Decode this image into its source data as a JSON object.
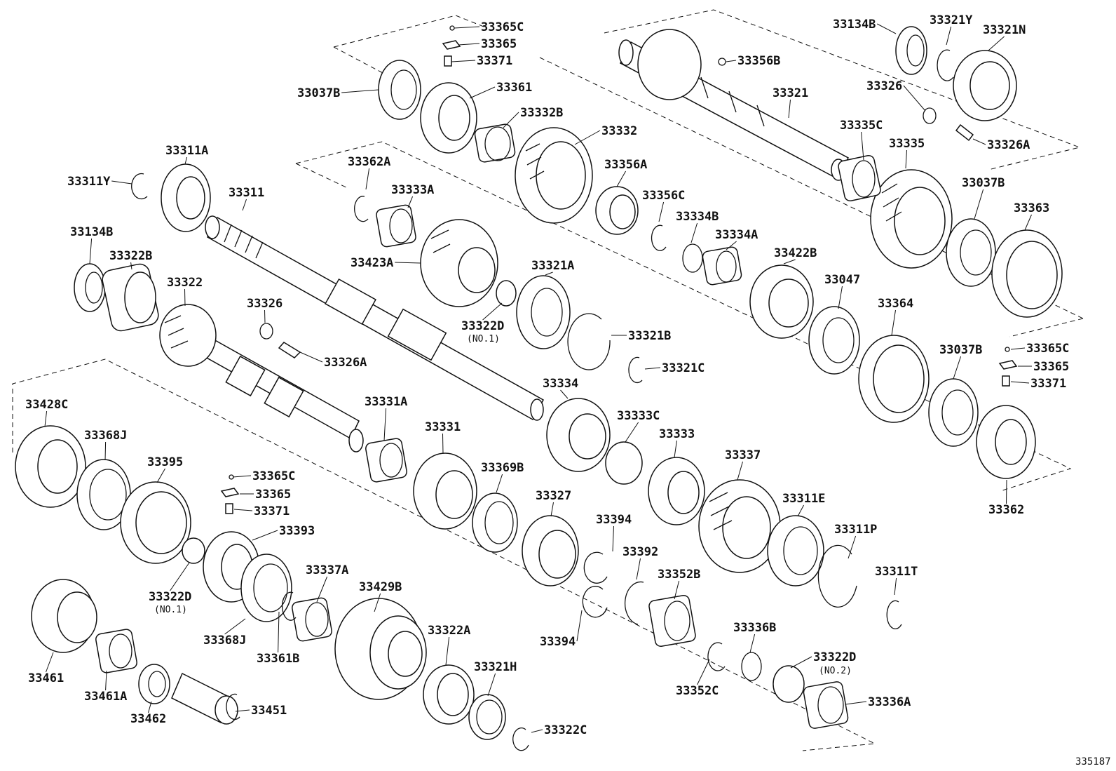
{
  "diagram": {
    "reference_number": "335187",
    "labels": [
      {
        "id": "l1",
        "text": "33365C"
      },
      {
        "id": "l2",
        "text": "33365"
      },
      {
        "id": "l3",
        "text": "33371"
      },
      {
        "id": "l4",
        "text": "33037B"
      },
      {
        "id": "l5",
        "text": "33361"
      },
      {
        "id": "l6",
        "text": "33332B"
      },
      {
        "id": "l7",
        "text": "33332"
      },
      {
        "id": "l8",
        "text": "33356B"
      },
      {
        "id": "l9",
        "text": "33321"
      },
      {
        "id": "l10",
        "text": "33134B"
      },
      {
        "id": "l11",
        "text": "33321Y"
      },
      {
        "id": "l12",
        "text": "33321N"
      },
      {
        "id": "l13",
        "text": "33326"
      },
      {
        "id": "l14",
        "text": "33326A"
      },
      {
        "id": "l15",
        "text": "33335C"
      },
      {
        "id": "l16",
        "text": "33335"
      },
      {
        "id": "l17",
        "text": "33037B"
      },
      {
        "id": "l18",
        "text": "33363"
      },
      {
        "id": "l19",
        "text": "33311A"
      },
      {
        "id": "l20",
        "text": "33311Y"
      },
      {
        "id": "l21",
        "text": "33311"
      },
      {
        "id": "l22",
        "text": "33362A"
      },
      {
        "id": "l23",
        "text": "33333A"
      },
      {
        "id": "l24",
        "text": "33356A"
      },
      {
        "id": "l25",
        "text": "33356C"
      },
      {
        "id": "l26",
        "text": "33334B"
      },
      {
        "id": "l27",
        "text": "33334A"
      },
      {
        "id": "l28",
        "text": "33422B"
      },
      {
        "id": "l29",
        "text": "33047"
      },
      {
        "id": "l30",
        "text": "33364"
      },
      {
        "id": "l31",
        "text": "33134B"
      },
      {
        "id": "l32",
        "text": "33322B"
      },
      {
        "id": "l33",
        "text": "33322"
      },
      {
        "id": "l34",
        "text": "33326"
      },
      {
        "id": "l35",
        "text": "33326A"
      },
      {
        "id": "l36",
        "text": "33423A"
      },
      {
        "id": "l37",
        "text": "33321A"
      },
      {
        "id": "l38",
        "text": "33322D"
      },
      {
        "id": "l39",
        "text": "33321B"
      },
      {
        "id": "l40",
        "text": "33321C"
      },
      {
        "id": "l41",
        "text": "33037B"
      },
      {
        "id": "l42",
        "text": "33365C"
      },
      {
        "id": "l43",
        "text": "33365"
      },
      {
        "id": "l44",
        "text": "33371"
      },
      {
        "id": "l45",
        "text": "33428C"
      },
      {
        "id": "l46",
        "text": "33368J"
      },
      {
        "id": "l47",
        "text": "33395"
      },
      {
        "id": "l48",
        "text": "33331A"
      },
      {
        "id": "l49",
        "text": "33331"
      },
      {
        "id": "l50",
        "text": "33334"
      },
      {
        "id": "l51",
        "text": "33333C"
      },
      {
        "id": "l52",
        "text": "33333"
      },
      {
        "id": "l53",
        "text": "33337"
      },
      {
        "id": "l54",
        "text": "33362"
      },
      {
        "id": "l55",
        "text": "33365C"
      },
      {
        "id": "l56",
        "text": "33365"
      },
      {
        "id": "l57",
        "text": "33371"
      },
      {
        "id": "l58",
        "text": "33393"
      },
      {
        "id": "l59",
        "text": "33369B"
      },
      {
        "id": "l60",
        "text": "33327"
      },
      {
        "id": "l61",
        "text": "33394"
      },
      {
        "id": "l62",
        "text": "33392"
      },
      {
        "id": "l63",
        "text": "33311E"
      },
      {
        "id": "l64",
        "text": "33311P"
      },
      {
        "id": "l65",
        "text": "33311T"
      },
      {
        "id": "l66",
        "text": "33322D"
      },
      {
        "id": "l67",
        "text": "33368J"
      },
      {
        "id": "l68",
        "text": "33361B"
      },
      {
        "id": "l69",
        "text": "33337A"
      },
      {
        "id": "l70",
        "text": "33429B"
      },
      {
        "id": "l71",
        "text": "33352B"
      },
      {
        "id": "l72",
        "text": "33394"
      },
      {
        "id": "l73",
        "text": "33461"
      },
      {
        "id": "l74",
        "text": "33461A"
      },
      {
        "id": "l75",
        "text": "33462"
      },
      {
        "id": "l76",
        "text": "33451"
      },
      {
        "id": "l77",
        "text": "33322A"
      },
      {
        "id": "l78",
        "text": "33321H"
      },
      {
        "id": "l79",
        "text": "33322C"
      },
      {
        "id": "l80",
        "text": "33336B"
      },
      {
        "id": "l81",
        "text": "33352C"
      },
      {
        "id": "l82",
        "text": "33322D"
      },
      {
        "id": "l83",
        "text": "33336A"
      }
    ],
    "notes": [
      {
        "id": "n1",
        "text": "(NO.1)"
      },
      {
        "id": "n2",
        "text": "(NO.1)"
      },
      {
        "id": "n3",
        "text": "(NO.2)"
      }
    ]
  }
}
